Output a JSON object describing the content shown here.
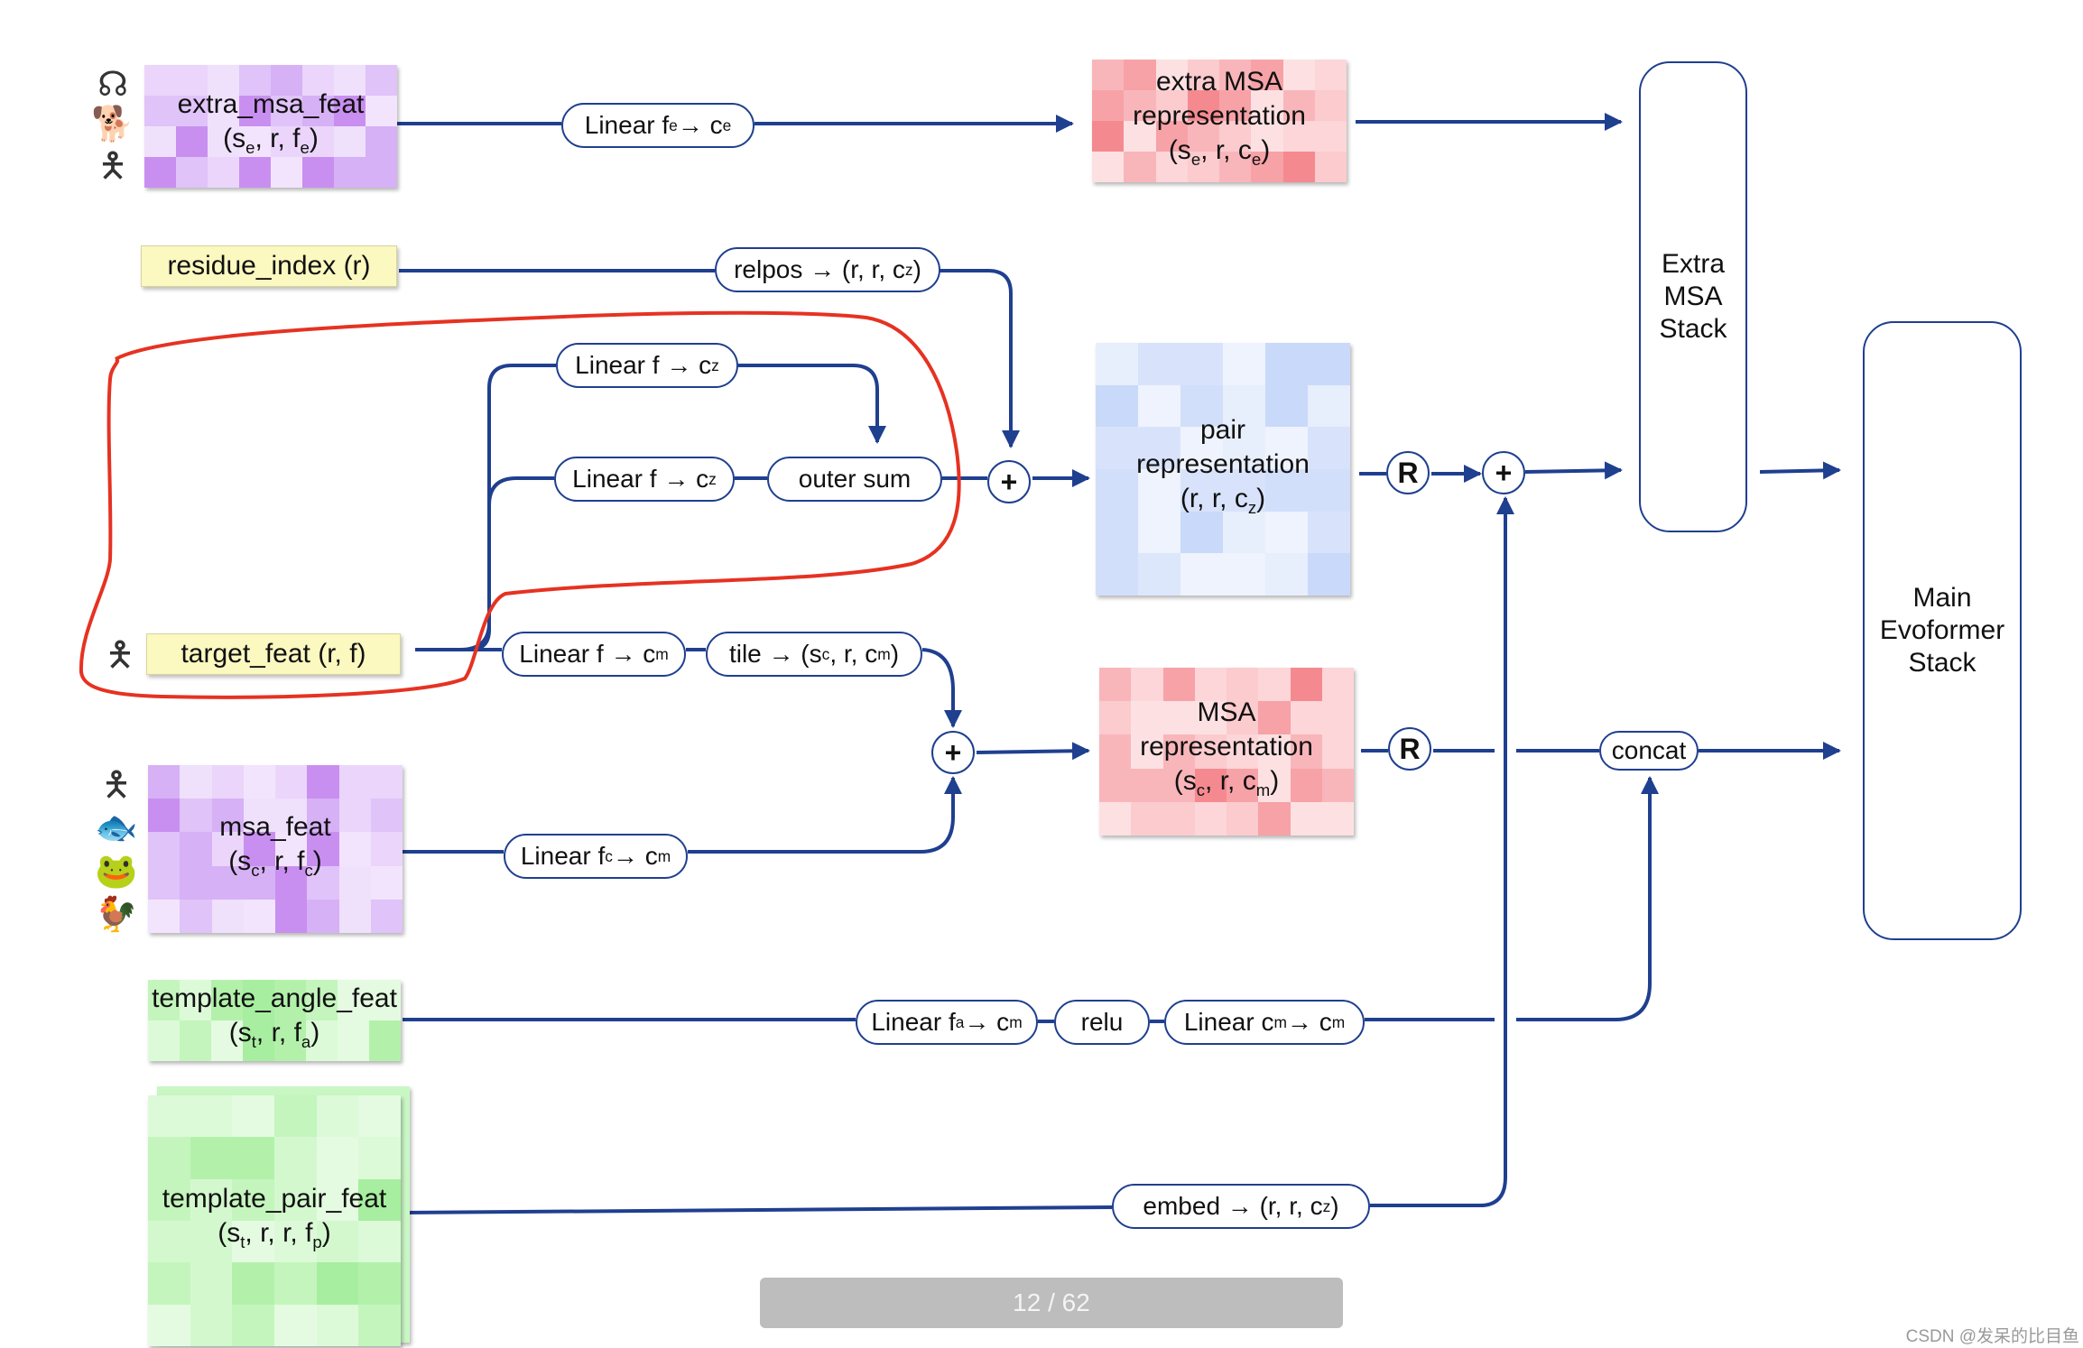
{
  "inputs": {
    "extra_msa_feat": {
      "name": "extra_msa_feat",
      "shape": "(s<sub>e</sub>, r, f<sub>e</sub>)"
    },
    "residue_index": {
      "name": "residue_index (r)"
    },
    "target_feat": {
      "name": "target_feat (r, f)"
    },
    "msa_feat": {
      "name": "msa_feat",
      "shape": "(s<sub>c</sub>, r, f<sub>c</sub>)"
    },
    "template_angle_feat": {
      "name": "template_angle_feat",
      "shape": "(s<sub>t</sub>, r, f<sub>a</sub>)"
    },
    "template_pair_feat": {
      "name": "template_pair_feat",
      "shape": "(s<sub>t</sub>, r, r, f<sub>p</sub>)"
    }
  },
  "ops": {
    "linear_fe_ce": "Linear f<sub>e</sub>→ c<sub>e</sub>",
    "relpos": "relpos → (r, r, c<sub>z</sub>)",
    "linear_f_cz_1": "Linear f → c<sub>z</sub>",
    "linear_f_cz_2": "Linear f → c<sub>z</sub>",
    "outer_sum": "outer sum",
    "linear_f_cm": "Linear f → c<sub>m</sub>",
    "tile": "tile → (s<sub>c</sub>, r, c<sub>m</sub>)",
    "linear_fc_cm": "Linear f<sub>c</sub>→ c<sub>m</sub>",
    "linear_fa_cm": "Linear f<sub>a</sub>→ c<sub>m</sub>",
    "relu": "relu",
    "linear_cm_cm": "Linear c<sub>m</sub>→ c<sub>m</sub>",
    "embed": "embed → (r, r, c<sub>z</sub>)",
    "concat": "concat"
  },
  "representations": {
    "extra_msa": {
      "line1": "extra MSA",
      "line2": "representation",
      "shape": "(s<sub>e</sub>, r, c<sub>e</sub>)"
    },
    "pair": {
      "line1": "pair",
      "line2": "representation",
      "shape": "(r, r, c<sub>z</sub>)"
    },
    "msa": {
      "line1": "MSA",
      "line2": "representation",
      "shape": "(s<sub>c</sub>, r, c<sub>m</sub>)"
    }
  },
  "symbols": {
    "plus": "+",
    "recycle": "R"
  },
  "stacks": {
    "extra_msa_stack": [
      "Extra",
      "MSA",
      "Stack"
    ],
    "main_evoformer_stack": [
      "Main",
      "Evoformer",
      "Stack"
    ]
  },
  "pager": "12 / 62",
  "watermark": "CSDN @发呆的比目鱼",
  "colors": {
    "wire": "#1f3f8f",
    "highlight": "#e63222",
    "purple": "#d9b5f5",
    "red": "#fbb4b8",
    "blue": "#dbe6fb",
    "green": "#c9f7c4",
    "yellow": "#fbf8c0"
  },
  "icon_names": [
    "human-icon",
    "dog-icon",
    "chicken-icon",
    "fish-icon",
    "frog-icon",
    "ear-icon"
  ]
}
